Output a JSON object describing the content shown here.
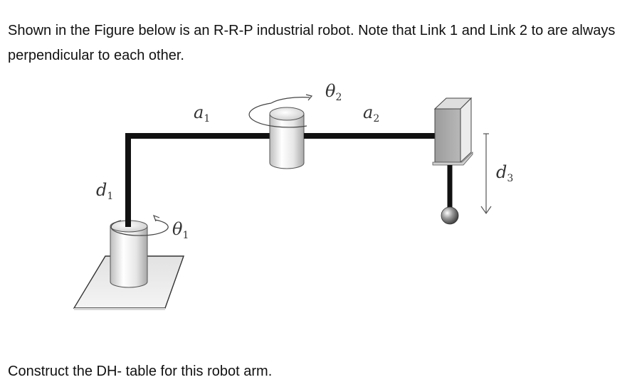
{
  "problem": {
    "intro_text": "Shown in the Figure below is an R-R-P industrial robot. Note that Link 1 and Link 2 to are always perpendicular to each other.",
    "question_text": "Construct the DH- table for this robot arm."
  },
  "figure": {
    "labels": {
      "d1": {
        "base": "d",
        "sub": "1"
      },
      "theta1": {
        "base": "θ",
        "sub": "1"
      },
      "a1": {
        "base": "a",
        "sub": "1"
      },
      "theta2": {
        "base": "θ",
        "sub": "2"
      },
      "a2": {
        "base": "a",
        "sub": "2"
      },
      "d3": {
        "base": "d",
        "sub": "3"
      }
    }
  }
}
